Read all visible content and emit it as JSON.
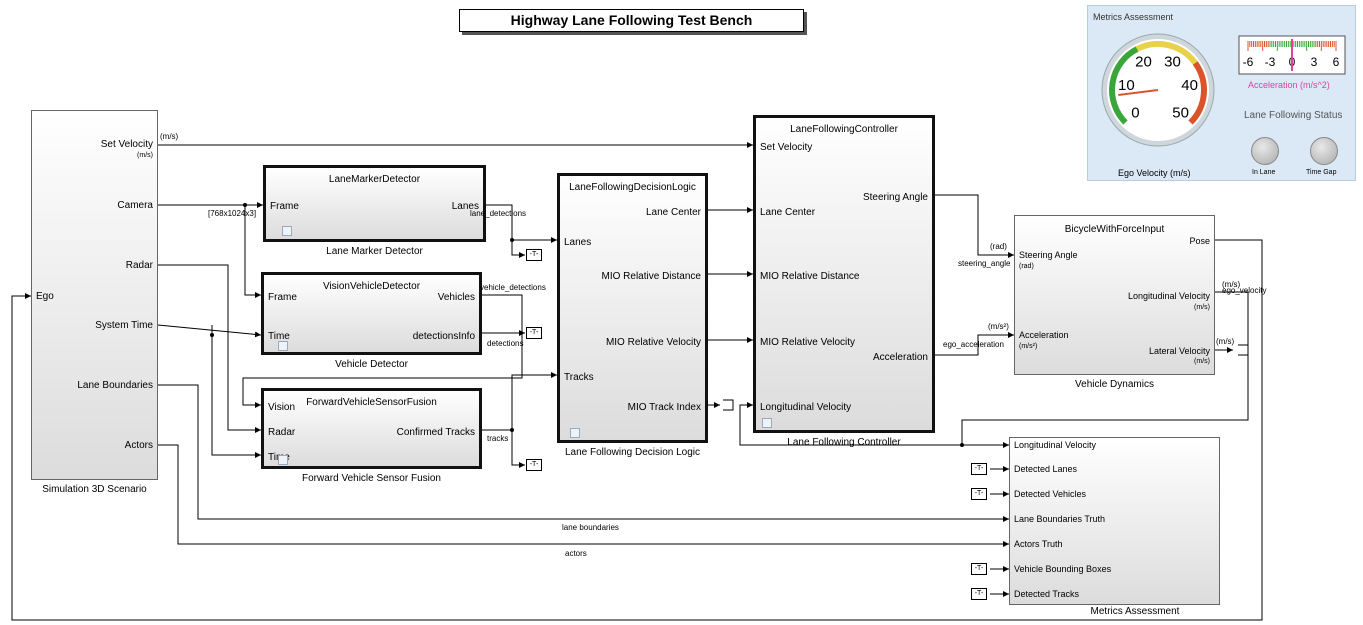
{
  "title": "Highway Lane Following Test Bench",
  "blocks": {
    "sim3d": {
      "caption": "Simulation 3D Scenario",
      "ports_out": [
        "Set Velocity",
        "Camera",
        "Radar",
        "System Time",
        "Lane Boundaries",
        "Actors"
      ],
      "set_velocity_unit": "(m/s)",
      "port_in": "Ego"
    },
    "lmd": {
      "title": "LaneMarkerDetector",
      "caption": "Lane Marker Detector",
      "in1": "Frame",
      "out1": "Lanes"
    },
    "vvd": {
      "title": "VisionVehicleDetector",
      "caption": "Vehicle Detector",
      "in1": "Frame",
      "in2": "Time",
      "out1": "Vehicles",
      "out2": "detectionsInfo"
    },
    "fvsf": {
      "title": "ForwardVehicleSensorFusion",
      "caption": "Forward Vehicle Sensor Fusion",
      "in1": "Vision",
      "in2": "Radar",
      "in3": "Time",
      "out1": "Confirmed Tracks"
    },
    "lfdl": {
      "title": "LaneFollowingDecisionLogic",
      "caption": "Lane Following Decision Logic",
      "in1": "Lanes",
      "in2": "Tracks",
      "out1": "Lane Center",
      "out2": "MIO Relative Distance",
      "out3": "MIO Relative Velocity",
      "out4": "MIO Track Index"
    },
    "lfc": {
      "title": "LaneFollowingController",
      "caption": "Lane Following Controller",
      "in1": "Set Velocity",
      "in2": "Lane Center",
      "in3": "MIO Relative Distance",
      "in4": "MIO Relative Velocity",
      "in5": "Longitudinal Velocity",
      "out1": "Steering Angle",
      "out2": "Acceleration"
    },
    "veh": {
      "title": "BicycleWithForceInput",
      "caption": "Vehicle Dynamics",
      "in1": "Steering Angle",
      "in1_unit": "(rad)",
      "in2": "Acceleration",
      "in2_unit": "(m/s²)",
      "out1": "Pose",
      "out2": "Longitudinal Velocity",
      "out2_unit": "(m/s)",
      "out3": "Lateral Velocity",
      "out3_unit": "(m/s)"
    },
    "metrics": {
      "caption": "Metrics Assessment",
      "inputs": [
        "Longitudinal Velocity",
        "Detected Lanes",
        "Detected Vehicles",
        "Lane Boundaries Truth",
        "Actors Truth",
        "Vehicle Bounding Boxes",
        "Detected Tracks"
      ]
    }
  },
  "signals": {
    "setvel_unit": "(m/s)",
    "cam_dims": "[768x1024x3]",
    "lane_det": "lane_detections",
    "veh_det": "vehicle_detections",
    "detections": "detections",
    "tracks": "tracks",
    "steering": "steering_angle",
    "rad": "(rad)",
    "ego_accel": "ego_acceleration",
    "accel_unit": "(m/s²)",
    "ego_vel": "ego_velocity",
    "ms1": "(m/s)",
    "ms2": "(m/s)",
    "lane_bounds": "lane boundaries",
    "actors": "actors",
    "goto_tag": "-T-"
  },
  "dashboard": {
    "title": "Metrics Assessment",
    "gauge_caption": "Ego Velocity (m/s)",
    "gauge_ticks": [
      "0",
      "10",
      "20",
      "30",
      "40",
      "50"
    ],
    "gauge_value": 7,
    "accel_caption": "Acceleration (m/s^2)",
    "accel_ticks": [
      "-6",
      "-3",
      "0",
      "3",
      "6"
    ],
    "accel_value": 0,
    "status_title": "Lane Following Status",
    "lamp1": "In Lane",
    "lamp2": "Time Gap",
    "colors": {
      "accent": "#e040a0",
      "gauge_green": "#3aa63a",
      "gauge_yellow": "#e8d24a",
      "gauge_red": "#d9542b"
    }
  }
}
